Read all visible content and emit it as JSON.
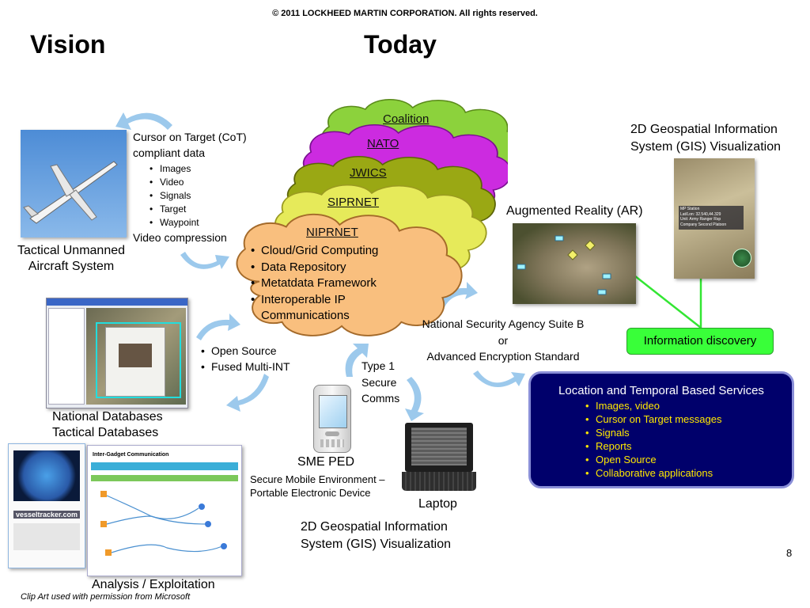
{
  "header": {
    "copyright": "© 2011 LOCKHEED MARTIN CORPORATION. All rights reserved.",
    "vision_title": "Vision",
    "today_title": "Today"
  },
  "clouds": {
    "coalition": "Coalition",
    "nato": "NATO",
    "jwics": "JWICS",
    "siprnet": "SIPRNET",
    "niprnet": "NIPRNET",
    "niprnet_items": [
      "Cloud/Grid Computing",
      "Data Repository",
      "Metatdata Framework",
      "Interoperable IP",
      "Communications"
    ]
  },
  "cot": {
    "title_line1": "Cursor on Target (CoT)",
    "title_line2": "compliant data",
    "items": [
      "Images",
      "Video",
      "Signals",
      "Target",
      "Waypoint"
    ],
    "video_compression": "Video compression"
  },
  "uav": {
    "label_line1": "Tactical Unmanned",
    "label_line2": "Aircraft System"
  },
  "databases": {
    "label_line1": "National Databases",
    "label_line2": "Tactical Databases"
  },
  "open_source": {
    "items": [
      "Open Source",
      "Fused Multi-INT"
    ]
  },
  "analysis": {
    "label": "Analysis / Exploitation",
    "gadget_title": "Inter-Gadget Communication",
    "vessel_site": "vesseltracker.com"
  },
  "clip_art": "Clip Art used with permission from Microsoft",
  "comms": {
    "line1": "Type 1",
    "line2": "Secure",
    "line3": "Comms"
  },
  "sme": {
    "label": "SME PED",
    "desc_line1": "Secure Mobile Environment –",
    "desc_line2": "Portable Electronic Device"
  },
  "laptop": {
    "label": "Laptop"
  },
  "gis_bottom": {
    "line1": "2D Geospatial Information",
    "line2": "System (GIS) Visualization"
  },
  "gis_top": {
    "line1": "2D Geospatial Information",
    "line2": "System (GIS) Visualization"
  },
  "nsa": {
    "line1": "National Security Agency Suite B",
    "line2": "or",
    "line3": "Advanced Encryption Standard"
  },
  "ar": {
    "label": "Augmented Reality (AR)"
  },
  "gis_popup": {
    "line1": "MP Station",
    "line2": "Lat/Lon: 32.540,44.329",
    "line3": "Unit: Army Ranger Rsp",
    "line4": "Company Second Platoon"
  },
  "discovery": {
    "label": "Information discovery"
  },
  "services": {
    "title": "Location and Temporal Based Services",
    "items": [
      "Images, video",
      "Cursor on Target messages",
      "Signals",
      "Reports",
      "Open Source",
      "Collaborative applications"
    ]
  },
  "page_number": "8",
  "colors": {
    "coalition": "#8cd23c",
    "nato": "#cc2be0",
    "jwics": "#9aa814",
    "siprnet": "#e6ea5a",
    "niprnet": "#f9bf7e",
    "services_bg": "#00006b",
    "services_text": "#ffe800",
    "discovery": "#39ff39",
    "arrow": "#9cc9ec"
  }
}
